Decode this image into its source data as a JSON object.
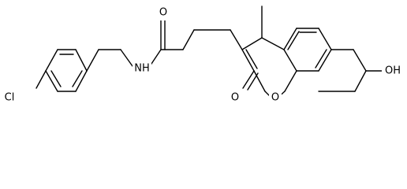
{
  "molecule": {
    "labels": {
      "chlorine": "Cl",
      "amide_nitrogen": "NH",
      "amide_oxygen": "O",
      "methyl": "",
      "lactone_carbonyl_oxygen": "O",
      "ring_oxygen": "O",
      "hydroxyl": "OH"
    }
  }
}
